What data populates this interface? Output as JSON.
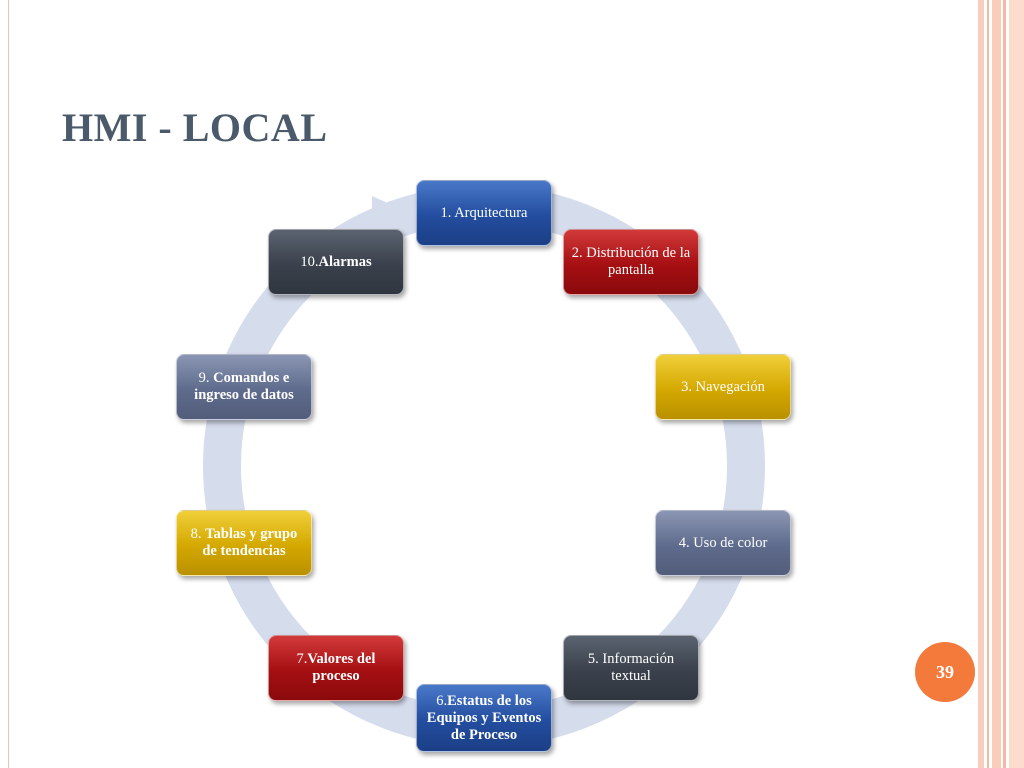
{
  "slide": {
    "title": "HMI - LOCAL",
    "page_number": "39"
  },
  "colors": {
    "title": "#4a5a6a",
    "cycle_arrow": "#d5dcec",
    "blue": "#234d9e",
    "red": "#a50f12",
    "yellow": "#d4a800",
    "slate": "#5f6b8c",
    "dark": "#3a414c",
    "page_badge": "#f47a3c",
    "border_stripes": "#f4b9a2"
  },
  "diagram": {
    "nodes": [
      {
        "num": "1. ",
        "label": "Arquitectura",
        "color": "blue"
      },
      {
        "num": "2. ",
        "label": "Distribución de la pantalla",
        "color": "red"
      },
      {
        "num": "3. ",
        "label": "Navegación",
        "color": "yellow"
      },
      {
        "num": "4. ",
        "label": "Uso de color",
        "color": "slate"
      },
      {
        "num": "5. ",
        "label": "Información textual",
        "color": "dark"
      },
      {
        "num": "6.",
        "label": "Estatus de los Equipos y Eventos de Proceso",
        "color": "blue"
      },
      {
        "num": "7.",
        "label": "Valores del proceso",
        "color": "red"
      },
      {
        "num": "8. ",
        "label": "Tablas y grupo de tendencias",
        "color": "yellow"
      },
      {
        "num": "9. ",
        "label": "Comandos e ingreso de datos",
        "color": "slate"
      },
      {
        "num": "10.",
        "label": "Alarmas",
        "color": "dark"
      }
    ]
  }
}
